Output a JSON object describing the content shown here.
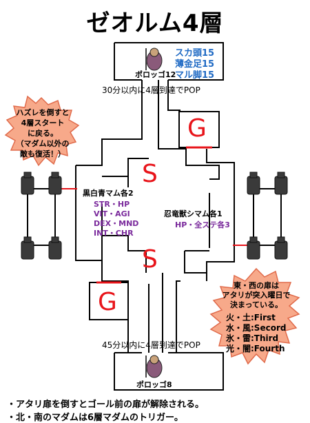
{
  "title": "ゼオルム4層",
  "top_room": {
    "boss": "ポロッゴ12",
    "drops": [
      "スカ頭15",
      "薄金足15",
      "マル脚15"
    ],
    "pop_note": "30分以内に4層到達でPOP"
  },
  "bottom_room": {
    "boss": "ポロッゴ8",
    "pop_note": "45分以内に4層到達でPOP"
  },
  "left_burst": {
    "lines": [
      "ハズレを倒すと",
      "4層スタート",
      "に戻る。",
      "（マダム以外の",
      "敵も復活！）"
    ]
  },
  "right_burst": {
    "lines": [
      "東・西の扉は",
      "アタリが突入曜日で",
      "決まっている。"
    ],
    "days": [
      "火・土:First",
      "水・風:Secord",
      "氷・雷:Third",
      "光・闇:Fourth"
    ]
  },
  "west_group": {
    "name": "黒白青マム各2",
    "stats": [
      "STR・HP",
      "VIT・AGI",
      "DEX・MND",
      "INT・CHR"
    ]
  },
  "east_group": {
    "name": "忍竜獣シマム各1",
    "stats": [
      "HP・全ステ各3"
    ]
  },
  "markers": {
    "start_top": "S",
    "start_bottom": "S",
    "goal_top": "G",
    "goal_bottom": "G"
  },
  "colors": {
    "marker": "#e8141a",
    "burst_fill": "#f7a98a",
    "burst_stroke": "#e06a4a",
    "door": "#e8141a"
  },
  "notes": [
    "・アタリ扉を倒すとゴール前の扉が解除される。",
    "・北・南のマダムは6層マダムのトリガー。"
  ]
}
